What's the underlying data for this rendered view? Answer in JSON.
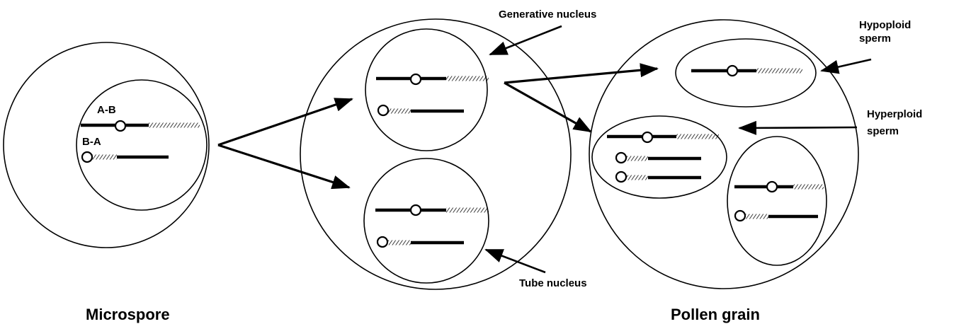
{
  "labels": {
    "microspore": "Microspore",
    "pollen_grain": "Pollen grain",
    "generative_nucleus": "Generative nucleus",
    "tube_nucleus": "Tube nucleus",
    "hypoploid_line1": "Hypoploid",
    "hypoploid_line2": "sperm",
    "hyperploid_line1": "Hyperploid",
    "hyperploid_line2": "sperm",
    "chrom_ab": "A-B",
    "chrom_ba": "B-A"
  }
}
